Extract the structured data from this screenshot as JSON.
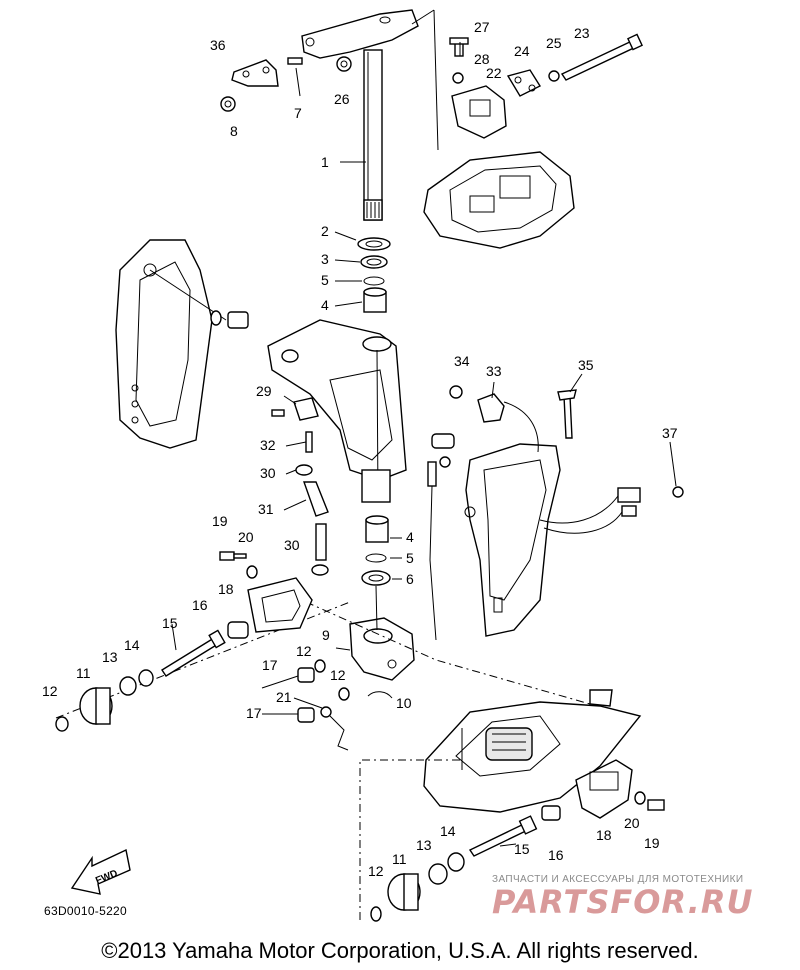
{
  "diagram": {
    "code": "63D0010-5220",
    "copyright": "©2013 Yamaha Motor Corporation, U.S.A. All rights reserved.",
    "fwd_label": "FWD",
    "callouts": {
      "c1": "1",
      "c2": "2",
      "c3": "3",
      "c4a": "4",
      "c4b": "4",
      "c5a": "5",
      "c5b": "5",
      "c6": "6",
      "c7": "7",
      "c8": "8",
      "c9": "9",
      "c10": "10",
      "c11a": "11",
      "c11b": "11",
      "c12a": "12",
      "c12b": "12",
      "c12c": "12",
      "c12d": "12",
      "c13a": "13",
      "c13b": "13",
      "c14a": "14",
      "c14b": "14",
      "c15a": "15",
      "c15b": "15",
      "c16a": "16",
      "c16b": "16",
      "c17a": "17",
      "c17b": "17",
      "c18a": "18",
      "c18b": "18",
      "c19a": "19",
      "c19b": "19",
      "c20a": "20",
      "c20b": "20",
      "c21": "21",
      "c22": "22",
      "c23": "23",
      "c24": "24",
      "c25": "25",
      "c26": "26",
      "c27": "27",
      "c28": "28",
      "c29": "29",
      "c30a": "30",
      "c30b": "30",
      "c31": "31",
      "c32": "32",
      "c33": "33",
      "c34": "34",
      "c35": "35",
      "c36": "36",
      "c37": "37"
    }
  },
  "watermark": {
    "tagline": "ЗАПЧАСТИ И АКСЕССУАРЫ ДЛЯ МОТОТЕХНИКИ",
    "logo": "PARTSFOR.RU"
  }
}
